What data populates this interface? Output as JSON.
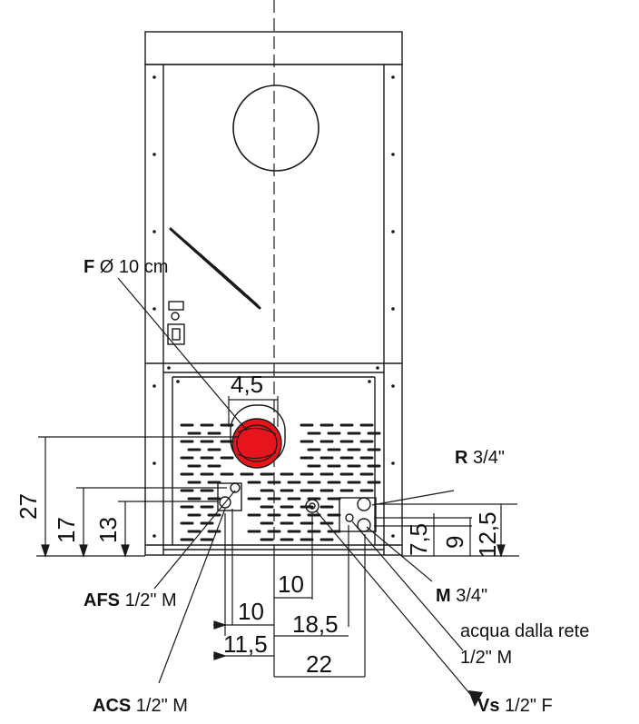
{
  "labels": {
    "F": {
      "code": "F",
      "spec": "Ø 10 cm"
    },
    "R": {
      "code": "R",
      "spec": "3/4\""
    },
    "M": {
      "code": "M",
      "spec": "3/4\""
    },
    "AFS": {
      "code": "AFS",
      "spec": "1/2\" M"
    },
    "ACS": {
      "code": "ACS",
      "spec": "1/2\" M"
    },
    "Vs": {
      "code": "Vs",
      "spec": "1/2\" F"
    },
    "rete_line1": "acqua dalla rete",
    "rete_line2": "1/2\" M"
  },
  "dimensions": {
    "d4_5": "4,5",
    "d27": "27",
    "d17": "17",
    "d13": "13",
    "d10_a": "10",
    "d10_b": "10",
    "d18_5": "18,5",
    "d11_5": "11,5",
    "d22": "22",
    "d7_5": "7,5",
    "d9": "9",
    "d12_5": "12,5"
  },
  "colors": {
    "line": "#1a1a1a",
    "flue": "#e8141c"
  }
}
